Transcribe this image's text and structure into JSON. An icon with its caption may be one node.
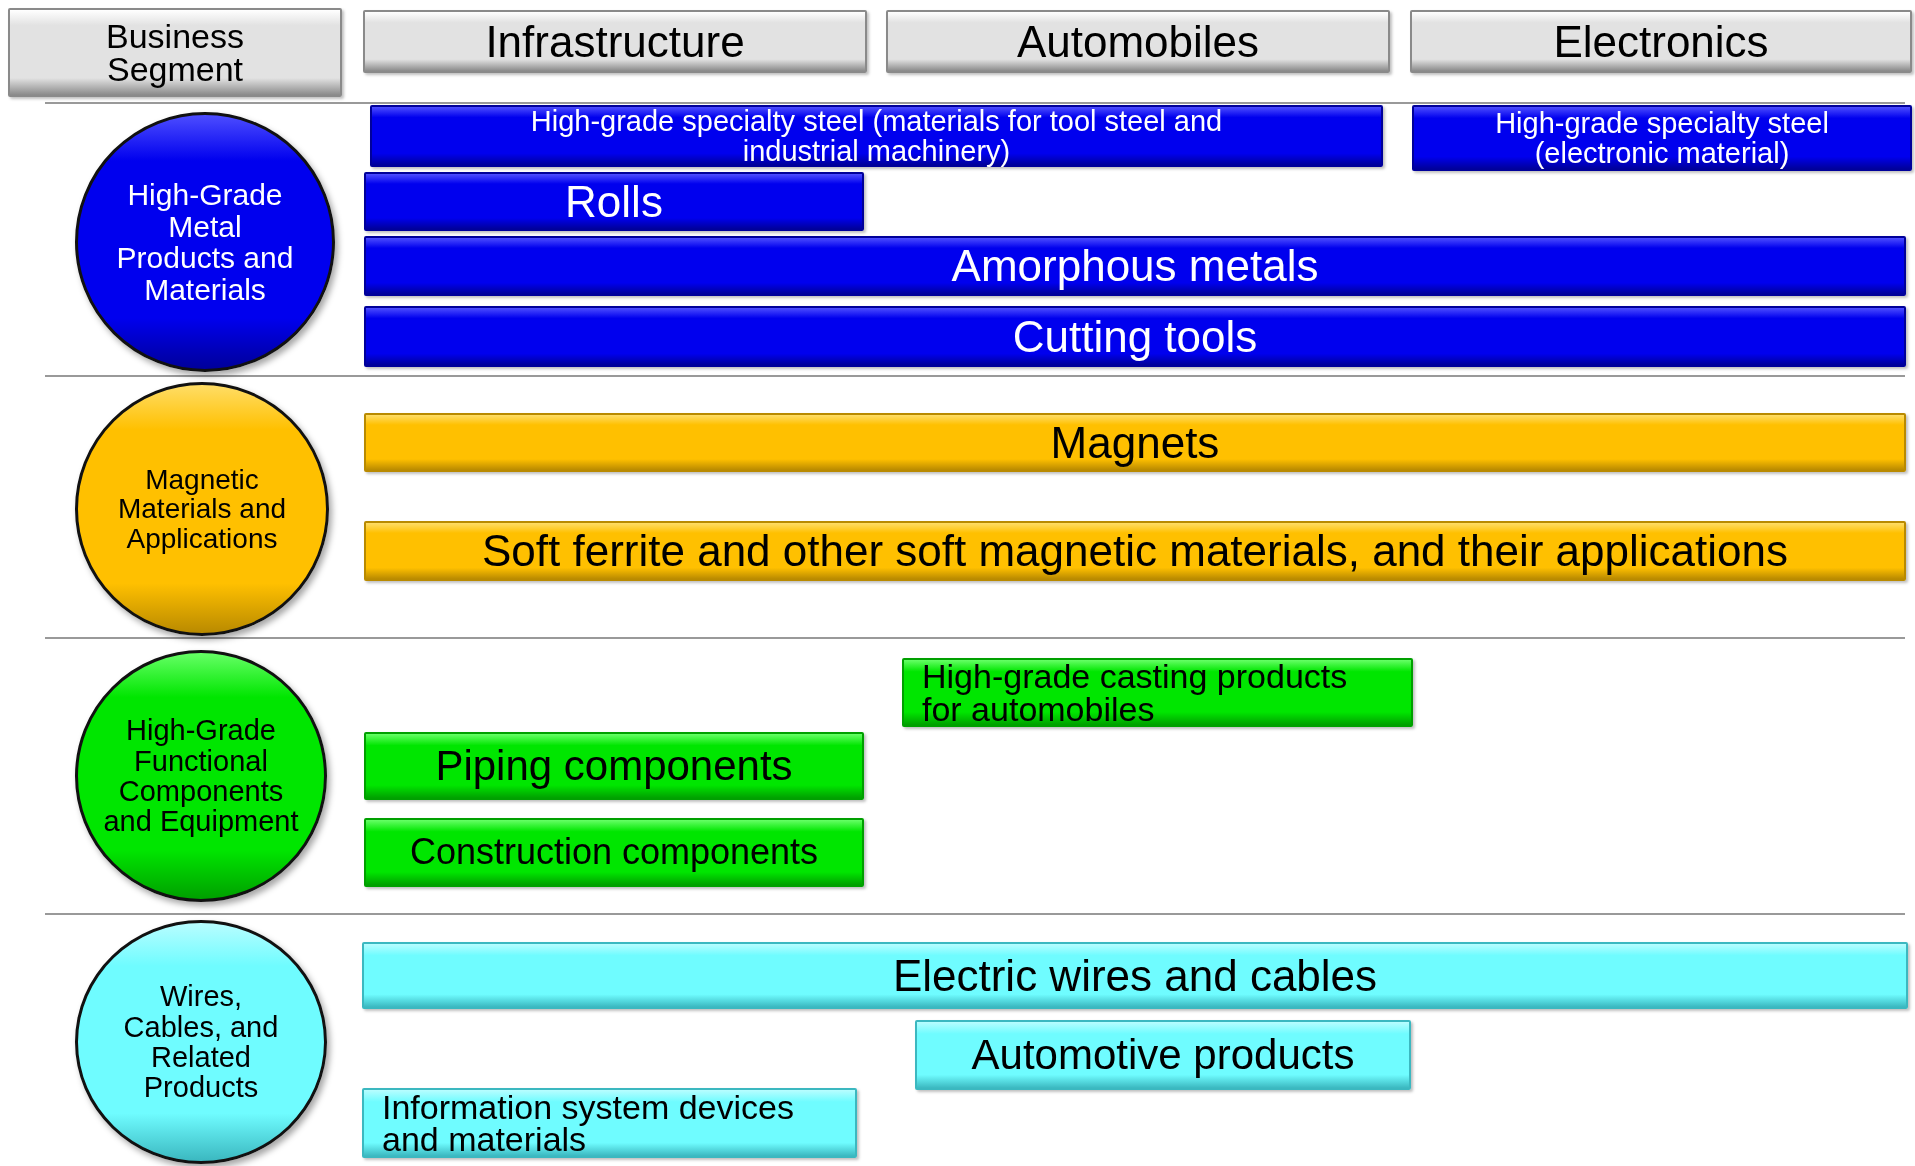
{
  "diagram": {
    "nodes": [
      {
        "text": [
          "Business Segment"
        ]
      },
      {
        "text": [
          "Infrastructure"
        ]
      },
      {
        "text": [
          "Automobiles"
        ]
      },
      {
        "text": [
          "Electronics"
        ]
      },
      {
        "text": [
          "High-Grade Metal Products and Materials"
        ]
      },
      {
        "text": [
          "High-grade specialty steel (materials for tool steel and industrial machinery)"
        ]
      },
      {
        "text": [
          "High-grade specialty steel (electronic material)"
        ]
      },
      {
        "text": [
          "Rolls"
        ]
      },
      {
        "text": [
          "Amorphous metals"
        ]
      },
      {
        "text": [
          "Cutting tools"
        ]
      },
      {
        "text": [
          "Magnetic Materials and Applications"
        ]
      },
      {
        "text": [
          "Magnets"
        ]
      },
      {
        "text": [
          "Soft ferrite and other soft magnetic materials, and their applications"
        ]
      },
      {
        "text": [
          "High-Grade Functional Components and Equipment"
        ]
      },
      {
        "text": [
          "High-grade casting products for automobiles"
        ]
      },
      {
        "text": [
          "Piping components"
        ]
      },
      {
        "text": [
          "Construction components"
        ]
      },
      {
        "text": [
          "Wires, Cables, and Related Products"
        ]
      },
      {
        "text": [
          "Electric wires and cables"
        ]
      },
      {
        "text": [
          "Automotive products"
        ]
      },
      {
        "text": [
          "Information system devices and materials"
        ]
      }
    ]
  }
}
